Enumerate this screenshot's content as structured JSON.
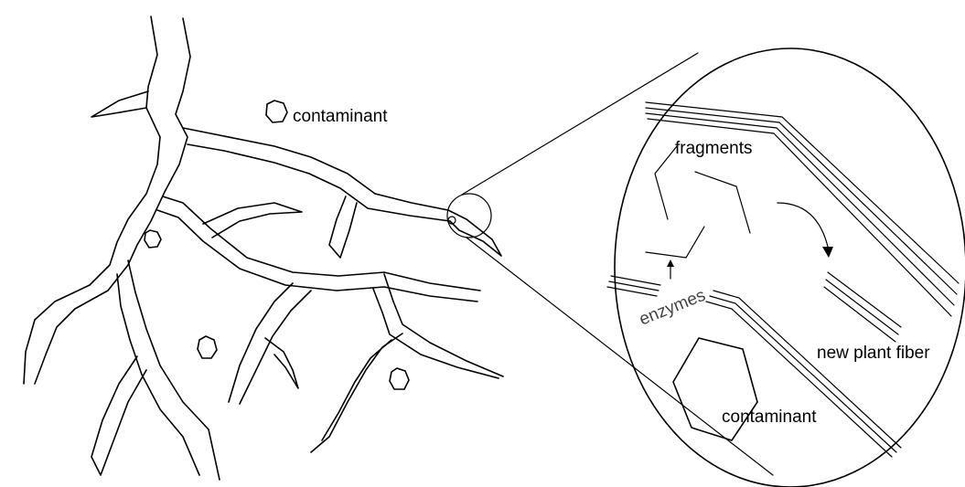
{
  "labels": {
    "contaminant_top": "contaminant",
    "fragments": "fragments",
    "enzymes": "enzymes",
    "new_plant_fiber": "new plant fiber",
    "contaminant_zoom": "contaminant"
  }
}
